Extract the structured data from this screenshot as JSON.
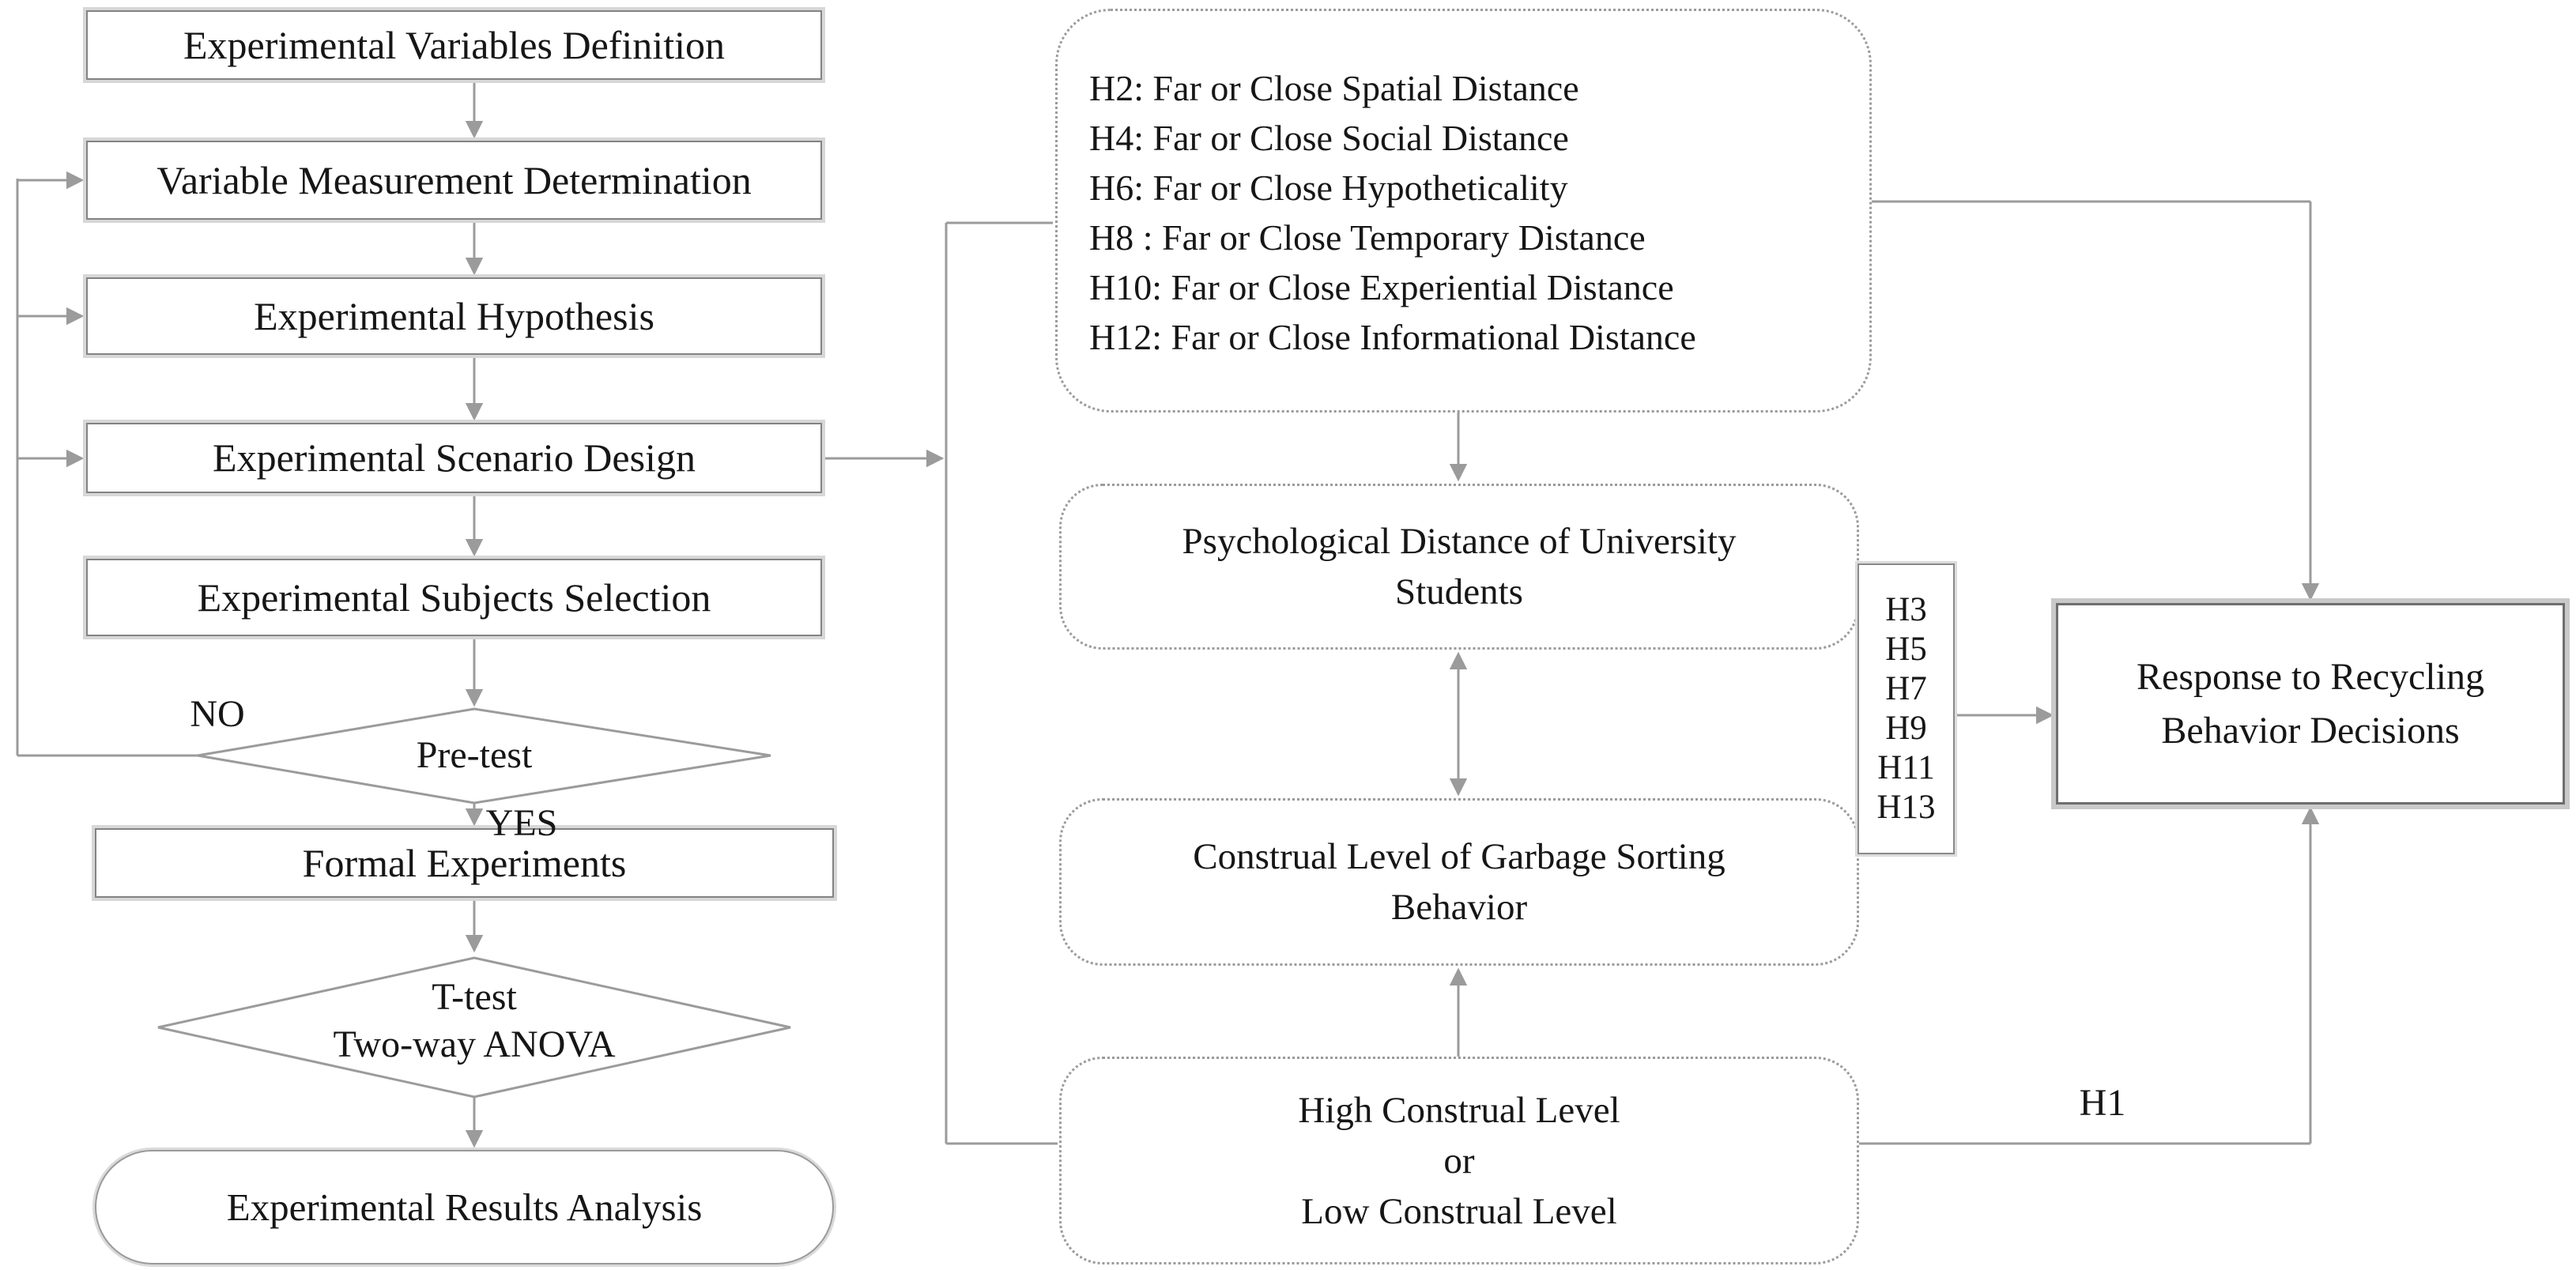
{
  "left_flow": {
    "steps": [
      "Experimental Variables Definition",
      "Variable Measurement Determination",
      "Experimental Hypothesis",
      "Experimental Scenario Design",
      "Experimental Subjects Selection"
    ],
    "pretest": "Pre-test",
    "no_label": "NO",
    "yes_label": "YES",
    "formal_experiments": "Formal Experiments",
    "analysis_line1": "T-test",
    "analysis_line2": "Two-way ANOVA",
    "terminal": "Experimental Results Analysis"
  },
  "right_flow": {
    "hypotheses_lines": [
      "H2: Far or Close Spatial Distance",
      "H4: Far or Close Social Distance",
      "H6: Far or Close Hypotheticality",
      "H8 : Far or Close Temporary Distance",
      "H10: Far or Close Experiential Distance",
      "H12: Far or Close Informational Distance"
    ],
    "psychological_line1": "Psychological Distance of University",
    "psychological_line2": "Students",
    "construal_line1": "Construal Level of Garbage Sorting",
    "construal_line2": "Behavior",
    "level_line1": "High Construal Level",
    "level_line2": "or",
    "level_line3": "Low Construal Level",
    "h_labels": [
      "H3",
      "H5",
      "H7",
      "H9",
      "H11",
      "H13"
    ],
    "response_line1": "Response to Recycling",
    "response_line2": "Behavior Decisions",
    "h1_label": "H1"
  },
  "colors": {
    "connector": "#9b9b9b",
    "text": "#161616",
    "box_border": "#838383",
    "outer_band": "#d7d7d7"
  }
}
